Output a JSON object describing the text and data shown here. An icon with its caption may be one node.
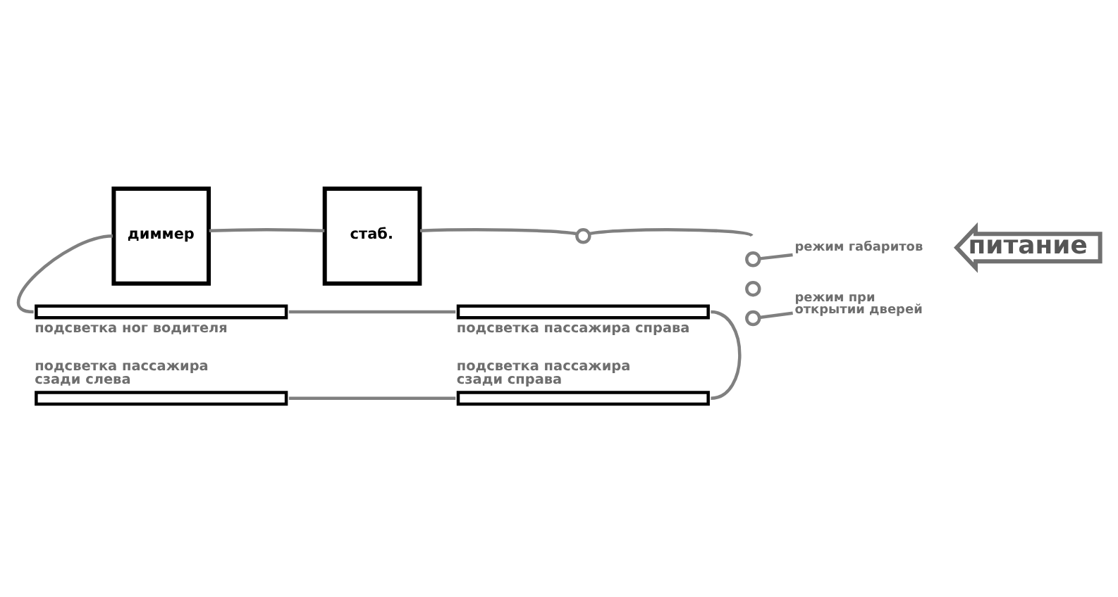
{
  "diagram": {
    "nodes": [
      {
        "text": [
          "диммер"
        ]
      },
      {
        "text": [
          "стаб."
        ]
      },
      {
        "text": [],
        "shape": "circle"
      },
      {
        "text": [],
        "shape": "circle"
      },
      {
        "text": [],
        "shape": "circle"
      },
      {
        "text": [],
        "shape": "circle"
      },
      {
        "text": [
          "режим габаритов"
        ]
      },
      {
        "text": [
          "режим при открытии дверей"
        ]
      },
      {
        "text": [
          "питание"
        ]
      },
      {
        "text": [],
        "shape": "bar",
        "beside": [
          "подсветка ног водителя"
        ]
      },
      {
        "text": [],
        "shape": "bar",
        "beside": [
          "подсветка пассажира справа"
        ]
      },
      {
        "text": [],
        "shape": "bar",
        "beside": [
          "подсветка пассажира сзади слева"
        ]
      },
      {
        "text": [],
        "shape": "bar",
        "beside": [
          "подсветка пассажира сзади справа"
        ]
      }
    ],
    "edges": [
      {
        "from": 0,
        "to": 1,
        "arrow": "none"
      },
      {
        "from": 1,
        "to": 2,
        "arrow": "none"
      },
      {
        "from": 2,
        "to": null,
        "arrow": "none"
      },
      {
        "from": 3,
        "to": 6,
        "arrow": "none"
      },
      {
        "from": 5,
        "to": 7,
        "arrow": "none"
      },
      {
        "from": 0,
        "to": 9,
        "arrow": "none"
      },
      {
        "from": 9,
        "to": 10,
        "arrow": "none"
      },
      {
        "from": 10,
        "to": 12,
        "arrow": "none"
      },
      {
        "from": 12,
        "to": 11,
        "arrow": "none"
      }
    ]
  }
}
